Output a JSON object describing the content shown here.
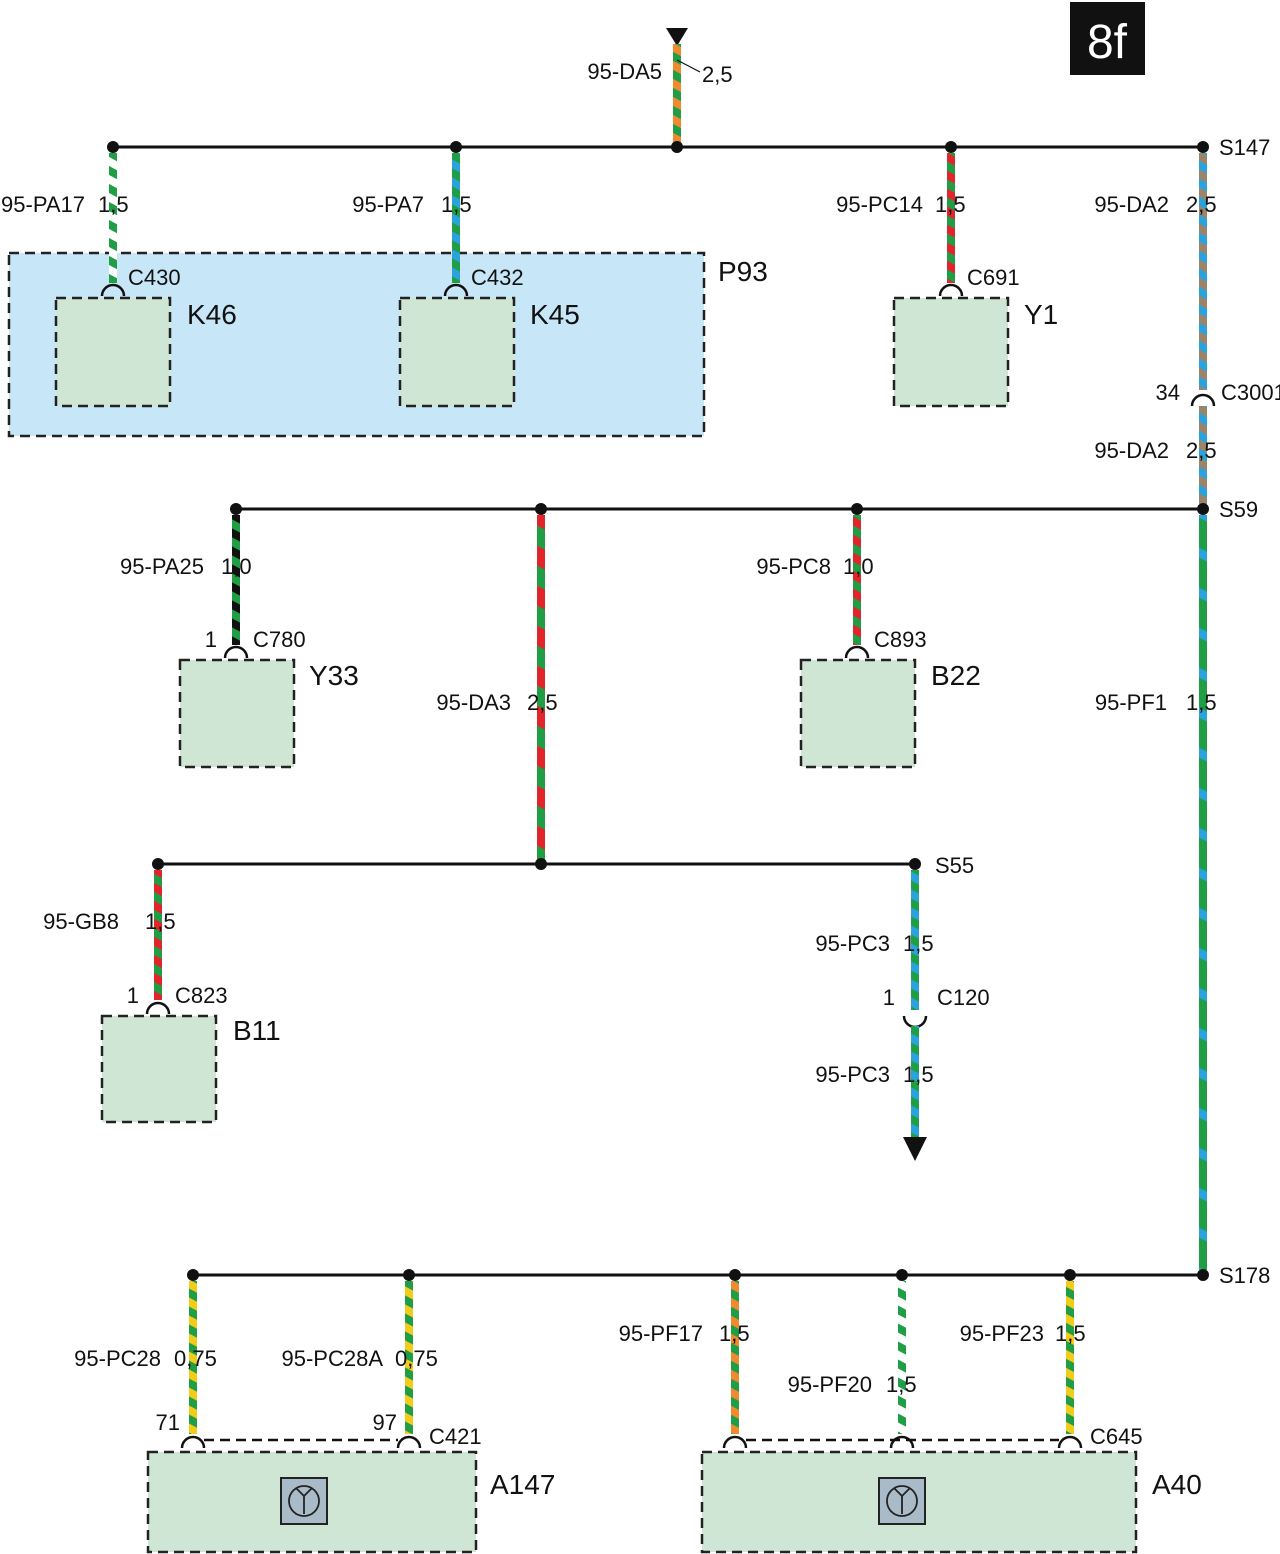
{
  "page_id": "8f",
  "colors": {
    "green": "#1f9e45",
    "white": "#ffffff",
    "blue": "#2aa3dc",
    "red": "#e0262b",
    "black": "#111111",
    "brown": "#9c8468",
    "orange": "#ef8a2f",
    "yellow": "#f2cc1a",
    "module_fill": "#cfe6d5",
    "area_fill": "#c7e6f7",
    "badge_bg": "#111111"
  },
  "splices": {
    "s147": "S147",
    "s59": "S59",
    "s55": "S55",
    "s178": "S178"
  },
  "components": {
    "p93": "P93",
    "k46": "K46",
    "k45": "K45",
    "y1": "Y1",
    "y33": "Y33",
    "b22": "B22",
    "b11": "B11",
    "a147": "A147",
    "a40": "A40"
  },
  "connectors": {
    "c430": "C430",
    "c432": "C432",
    "c691": "C691",
    "c3001": "C3001",
    "c3001_pin": "34",
    "c780": "C780",
    "c780_pin": "1",
    "c893": "C893",
    "c823": "C823",
    "c823_pin": "1",
    "c120": "C120",
    "c120_pin": "1",
    "c421": "C421",
    "c421_pin_a": "71",
    "c421_pin_b": "97",
    "c645": "C645"
  },
  "wires": {
    "da5": {
      "id": "95-DA5",
      "size": "2,5"
    },
    "pa17": {
      "id": "95-PA17",
      "size": "1,5"
    },
    "pa7": {
      "id": "95-PA7",
      "size": "1,5"
    },
    "pc14": {
      "id": "95-PC14",
      "size": "1,5"
    },
    "da2_top": {
      "id": "95-DA2",
      "size": "2,5"
    },
    "da2_bottom": {
      "id": "95-DA2",
      "size": "2,5"
    },
    "pa25": {
      "id": "95-PA25",
      "size": "1,0"
    },
    "da3": {
      "id": "95-DA3",
      "size": "2,5"
    },
    "pc8": {
      "id": "95-PC8",
      "size": "1,0"
    },
    "pf1": {
      "id": "95-PF1",
      "size": "1,5"
    },
    "gb8": {
      "id": "95-GB8",
      "size": "1,5"
    },
    "pc3_top": {
      "id": "95-PC3",
      "size": "1,5"
    },
    "pc3_bottom": {
      "id": "95-PC3",
      "size": "1,5"
    },
    "pc28": {
      "id": "95-PC28",
      "size": "0,75"
    },
    "pc28a": {
      "id": "95-PC28A",
      "size": "0,75"
    },
    "pf17": {
      "id": "95-PF17",
      "size": "1,5"
    },
    "pf20": {
      "id": "95-PF20",
      "size": "1,5"
    },
    "pf23": {
      "id": "95-PF23",
      "size": "1,5"
    }
  }
}
